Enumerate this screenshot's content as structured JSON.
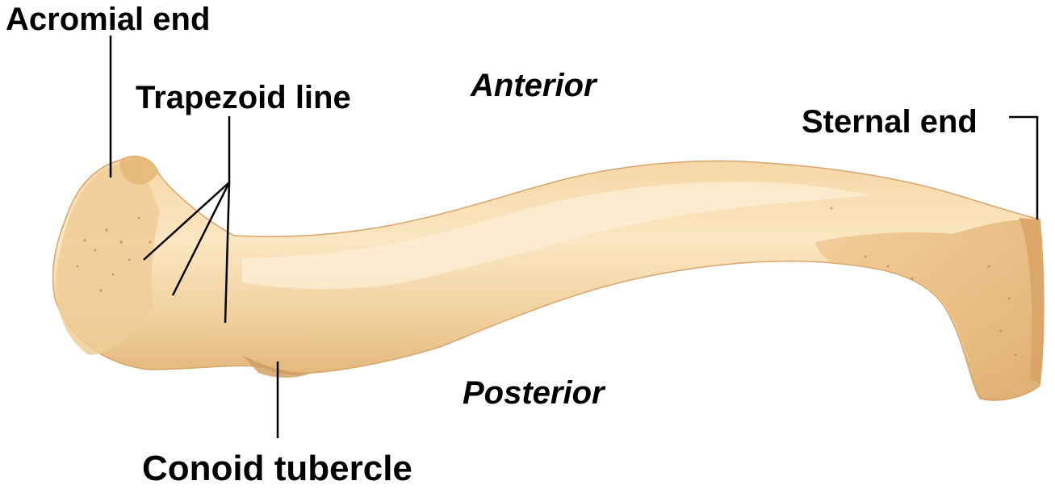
{
  "labels": {
    "acromial_end": "Acromial end",
    "trapezoid_line": "Trapezoid line",
    "anterior": "Anterior",
    "sternal_end": "Sternal end",
    "posterior": "Posterior",
    "conoid_tubercle": "Conoid tubercle"
  },
  "colors": {
    "bone_light": "#f8dfb4",
    "bone_mid": "#ecc48c",
    "bone_shadow": "#d49e5e",
    "leader_line": "#000000",
    "text": "#000000"
  }
}
